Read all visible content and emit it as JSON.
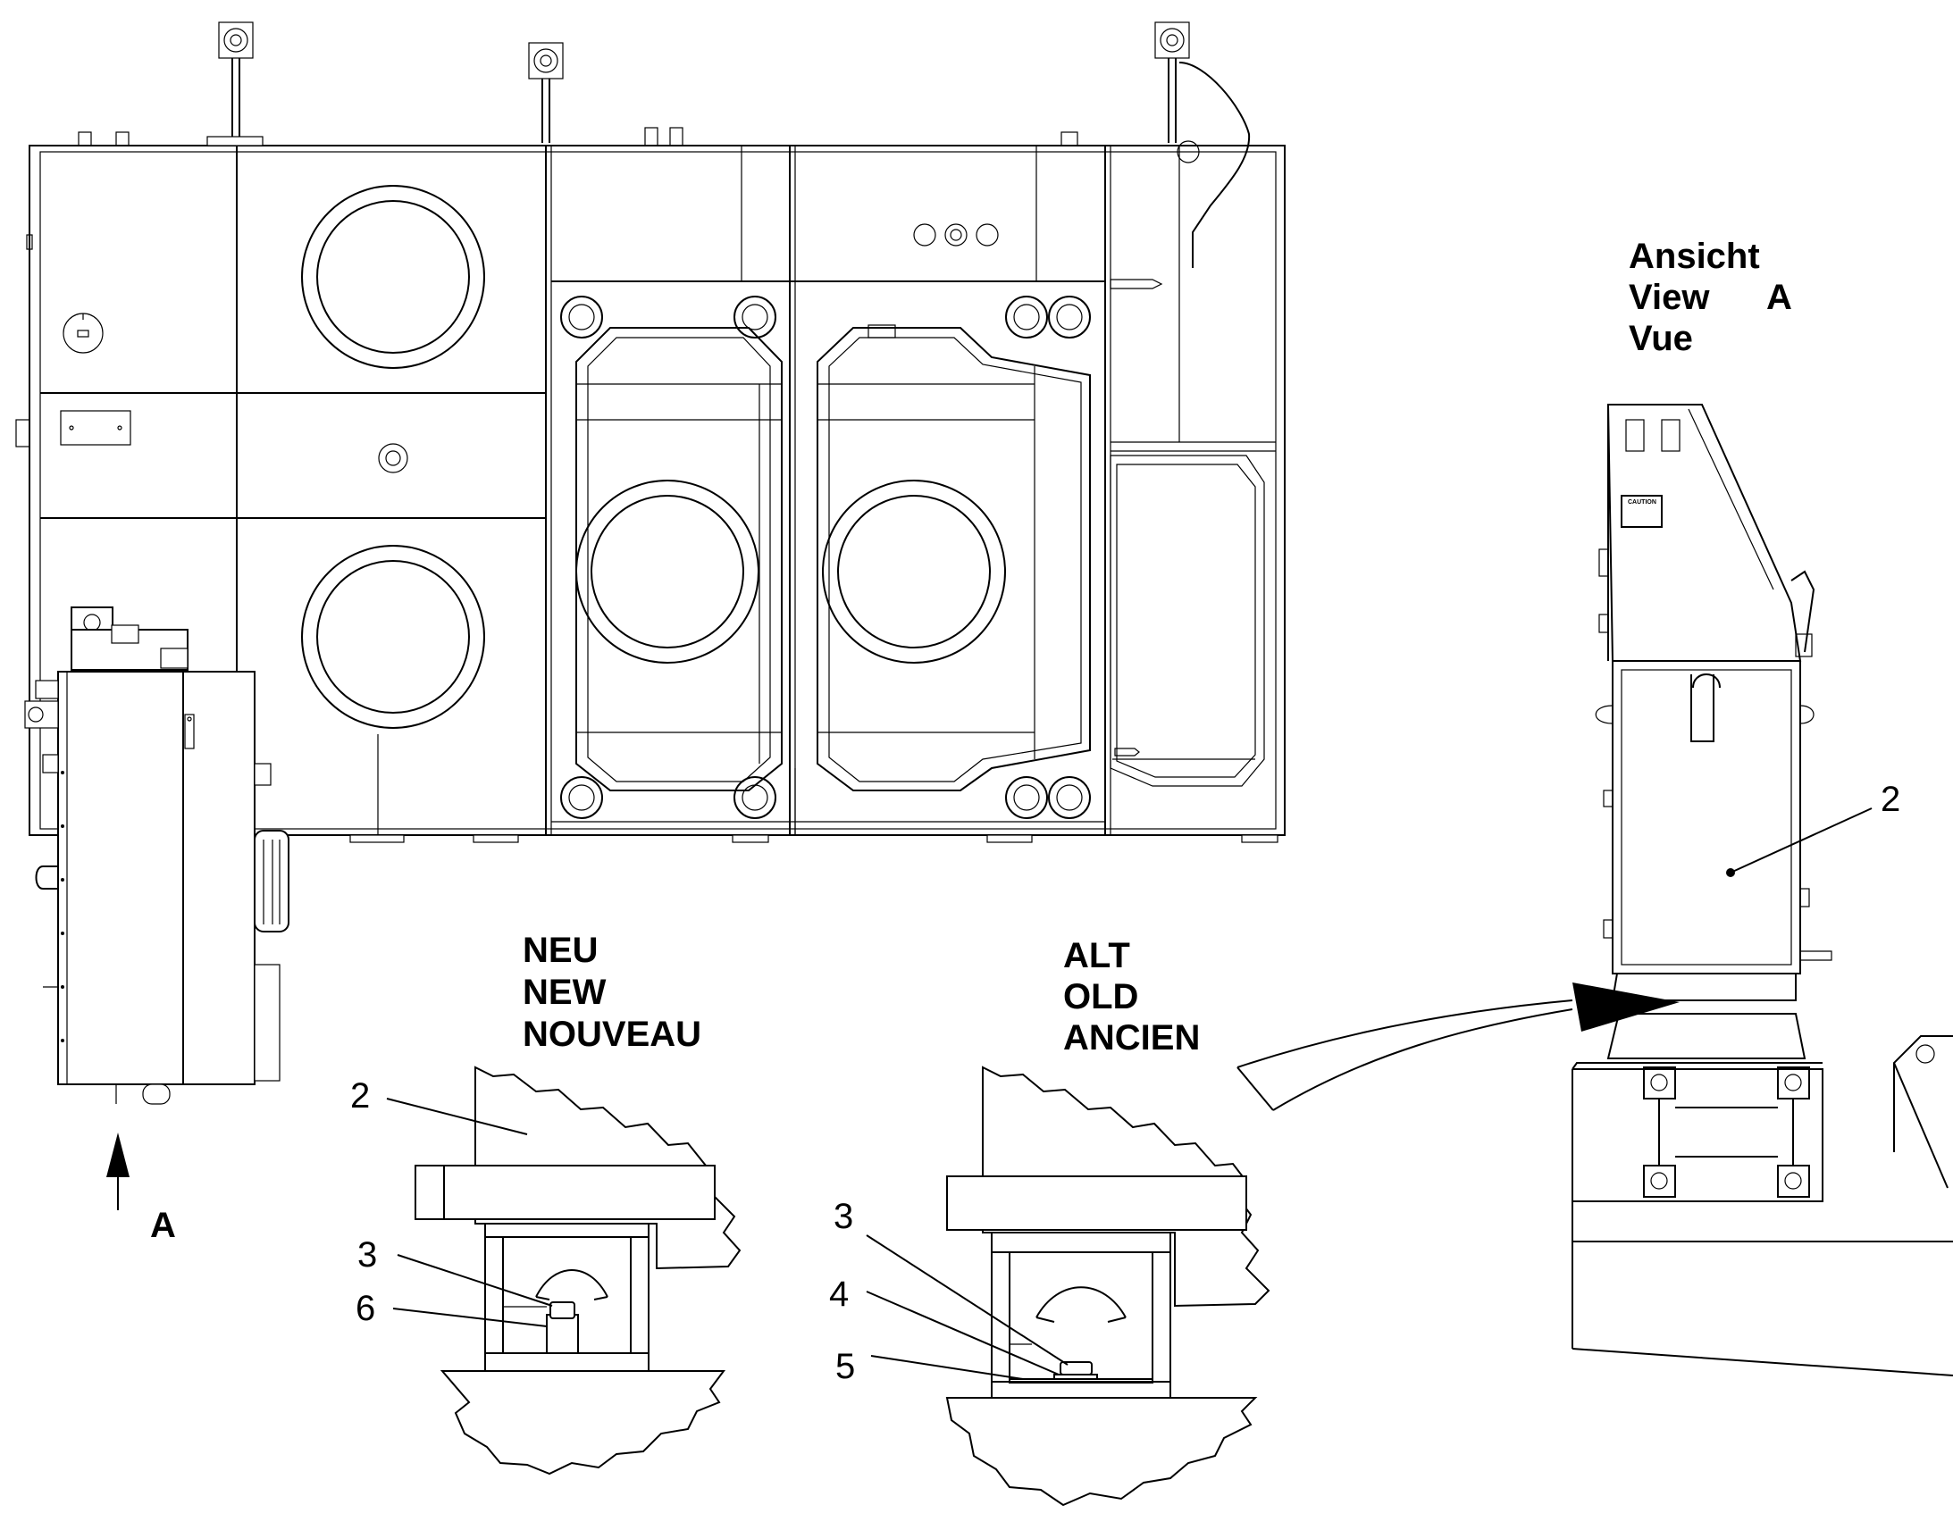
{
  "view_label": {
    "line1": "Ansicht",
    "line2": "View",
    "line3": "Vue",
    "letter": "A"
  },
  "arrow_label": "A",
  "new_label": {
    "line1": "NEU",
    "line2": "NEW",
    "line3": "NOUVEAU"
  },
  "old_label": {
    "line1": "ALT",
    "line2": "OLD",
    "line3": "ANCIEN"
  },
  "callouts": {
    "view_part": "2",
    "new_part_top": "2",
    "new_part_bolt": "3",
    "new_part_spacer": "6",
    "old_part_bolt": "3",
    "old_part_washer": "4",
    "old_part_shim": "5"
  },
  "plate_text": "CAUTION"
}
